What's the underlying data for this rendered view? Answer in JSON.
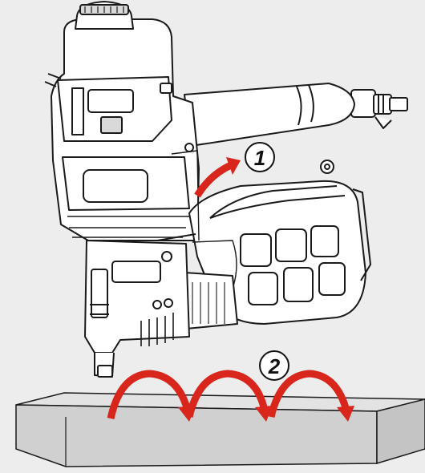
{
  "steps": [
    {
      "number": "1"
    },
    {
      "number": "2"
    }
  ],
  "colors": {
    "background": "#ededed",
    "outline": "#1a1a1a",
    "tool_fill": "#ffffff",
    "shade": "#d9d9d9",
    "board_top": "#e3e3e3",
    "board_front": "#d0d0d0",
    "arrow_red": "#d9261c"
  },
  "icons": [
    "coil-nailer-illustration",
    "rotate-arrow-icon",
    "bump-fire-arrow-icon"
  ]
}
